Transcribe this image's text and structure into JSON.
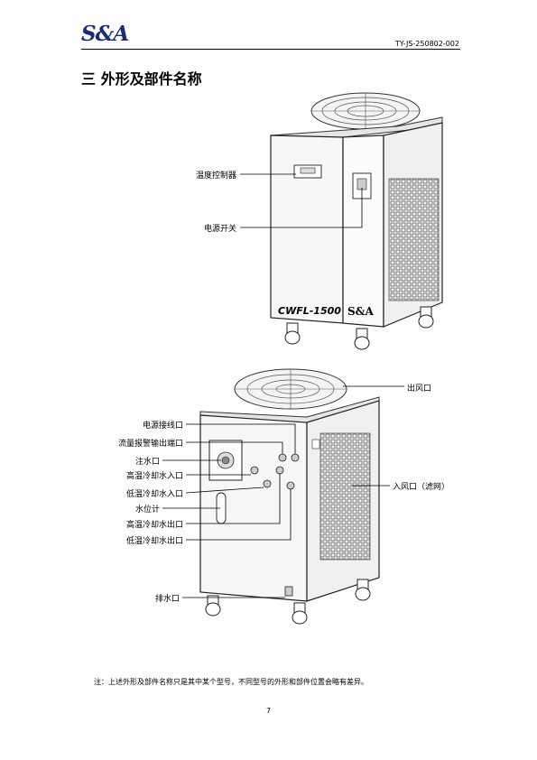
{
  "header": {
    "logo_text": "S&A",
    "doc_code": "TY-JS-250802-002"
  },
  "section": {
    "title": "三  外形及部件名称"
  },
  "front_view": {
    "labels": {
      "temp_controller": "温度控制器",
      "power_switch": "电源开关"
    },
    "model_text": "CWFL-1500",
    "brand_text": "S&A"
  },
  "rear_view": {
    "labels": {
      "air_outlet": "出风口",
      "power_terminal": "电源接线口",
      "flow_alarm": "流量报警输出端口",
      "water_fill": "注水口",
      "high_temp_inlet": "高温冷却水入口",
      "low_temp_inlet": "低温冷却水入口",
      "water_gauge": "水位计",
      "high_temp_outlet": "高温冷却水出口",
      "low_temp_outlet": "低温冷却水出口",
      "air_inlet": "入风口（滤网）",
      "drain": "排水口"
    }
  },
  "footer": {
    "note": "注：上述外形及部件名称只是其中某个型号，不同型号的外形和部件位置会略有差异。",
    "page_number": "7"
  }
}
